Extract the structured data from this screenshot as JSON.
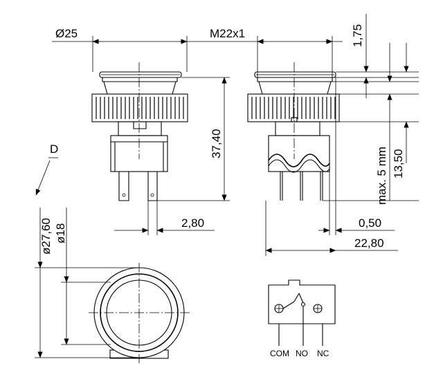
{
  "labels": {
    "diameter_25": "Ø25",
    "thread": "M22x1",
    "dim_1_75": "1,75",
    "dim_37_40": "37,40",
    "dim_max5": "max. 5 mm",
    "dim_13_50": "13,50",
    "dim_2_80": "2,80",
    "dim_0_50": "0,50",
    "dim_22_80": "22,80",
    "view_d": "D",
    "dim_27_60": "ø27,60",
    "dim_18": "ø18",
    "term_com": "COM",
    "term_no": "NO",
    "term_nc": "NC"
  }
}
